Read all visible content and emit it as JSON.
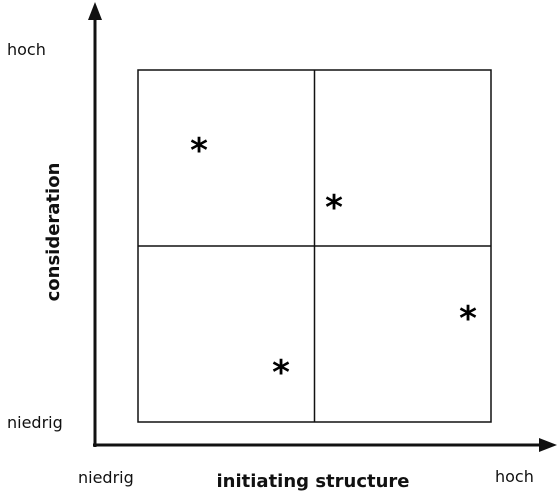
{
  "diagram": {
    "y_axis": {
      "title": "consideration",
      "high_label": "hoch",
      "low_label": "niedrig"
    },
    "x_axis": {
      "title": "initiating structure",
      "low_label": "niedrig",
      "high_label": "hoch"
    },
    "marker_symbol": "*",
    "colors": {
      "ink": "#111111",
      "background": "#ffffff"
    }
  }
}
